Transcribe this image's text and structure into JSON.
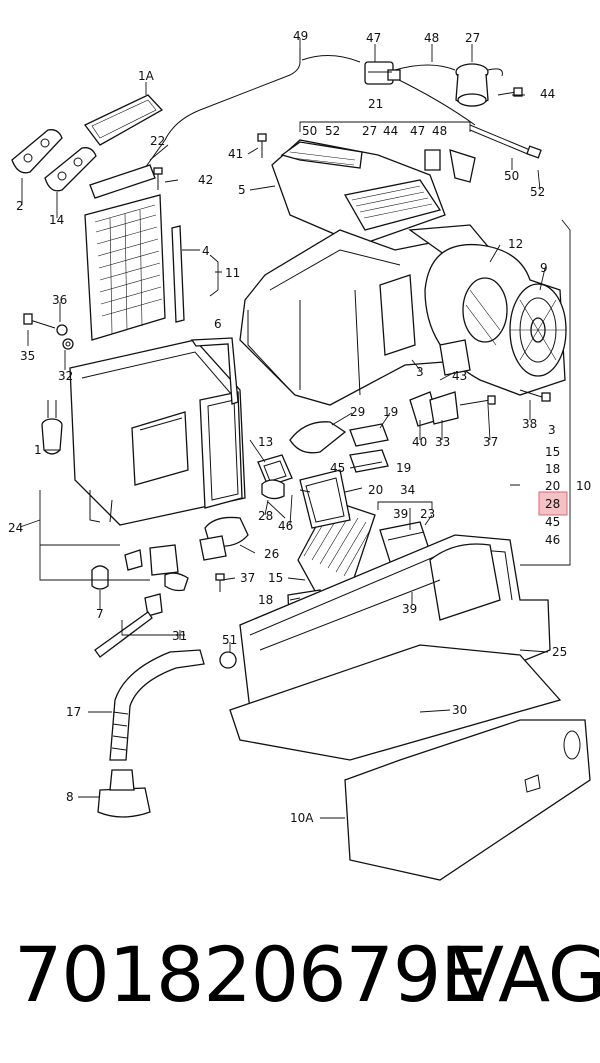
{
  "diagram": {
    "callouts": [
      "49",
      "47",
      "48",
      "27",
      "1A",
      "21",
      "44",
      "50",
      "52",
      "27",
      "44",
      "47",
      "48",
      "22",
      "2",
      "14",
      "41",
      "42",
      "5",
      "50",
      "52",
      "12",
      "9",
      "10",
      "4",
      "11",
      "36",
      "35",
      "32",
      "6",
      "3",
      "43",
      "38",
      "1",
      "29",
      "19",
      "13",
      "40",
      "33",
      "37",
      "3",
      "15",
      "18",
      "20",
      "28",
      "45",
      "46",
      "45",
      "19",
      "20",
      "34",
      "39",
      "23",
      "24",
      "28",
      "46",
      "26",
      "37",
      "7",
      "15",
      "18",
      "39",
      "31",
      "51",
      "25",
      "17",
      "30",
      "8",
      "10A"
    ],
    "highlighted_callout": "28"
  },
  "caption": {
    "part_number": "701820679E",
    "brand": "VAG"
  },
  "colors": {
    "highlight_fill": "#f4c2c4",
    "highlight_stroke": "#e06470",
    "line": "#111111"
  }
}
